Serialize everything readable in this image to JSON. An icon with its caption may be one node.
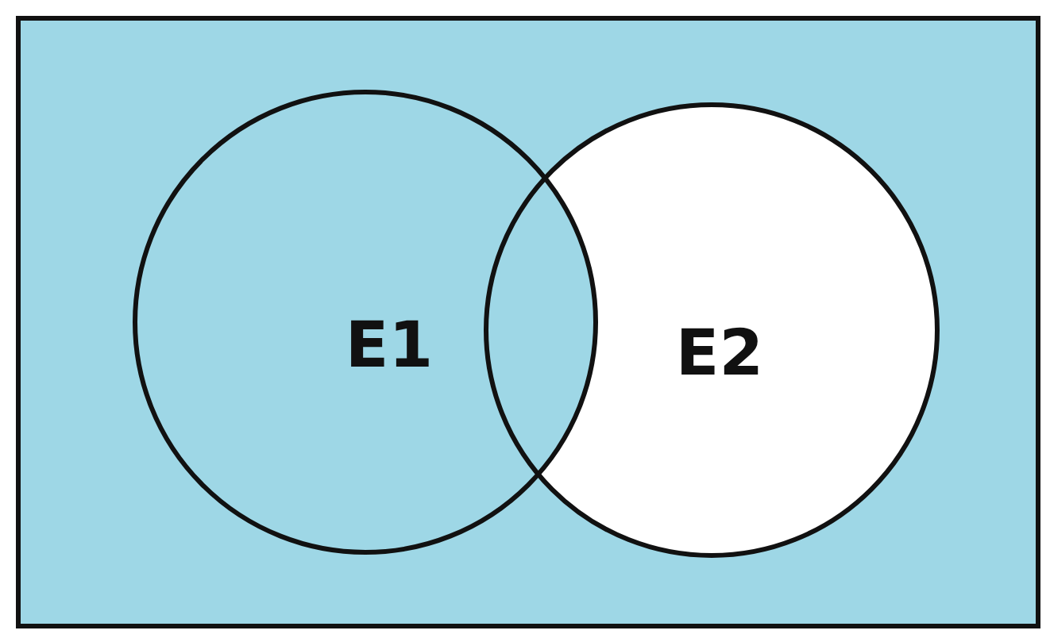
{
  "diagram": {
    "nodes": [
      {
        "text": [],
        "shape": "box"
      },
      {
        "text": [
          "E1"
        ],
        "in": 0
      },
      {
        "text": [
          "E2"
        ],
        "in": 0
      }
    ]
  }
}
